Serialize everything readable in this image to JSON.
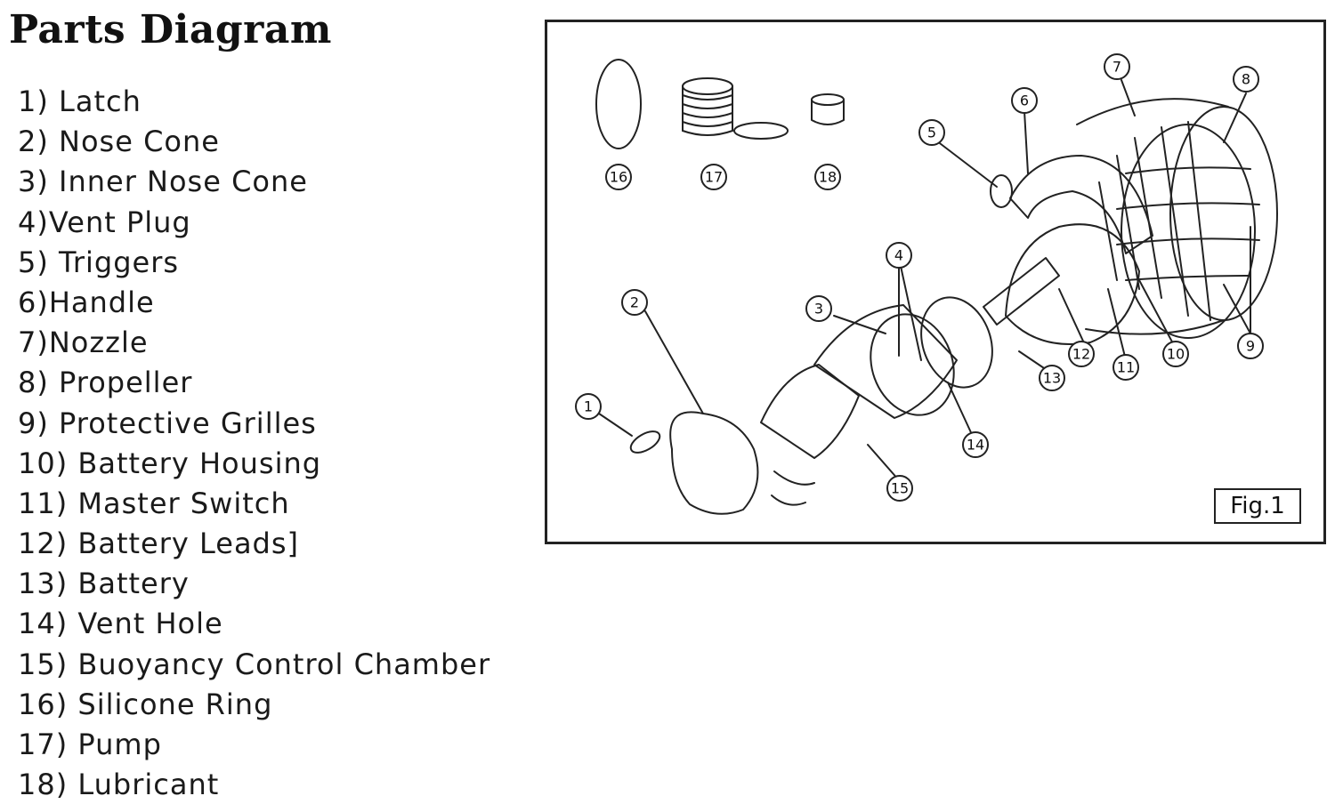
{
  "title": "Parts Diagram",
  "parts": [
    "1) Latch",
    "2) Nose Cone",
    "3) Inner Nose Cone",
    "4)Vent Plug",
    "5) Triggers",
    "6)Handle",
    "7)Nozzle",
    "8) Propeller",
    "9) Protective Grilles",
    "10) Battery Housing",
    "11) Master Switch",
    "12) Battery Leads]",
    "13) Battery",
    "14) Vent Hole",
    "15) Buoyancy Control Chamber",
    "16) Silicone Ring",
    "17) Pump",
    "18) Lubricant"
  ],
  "figure": {
    "label": "Fig.1",
    "callouts": [
      "1",
      "2",
      "3",
      "4",
      "5",
      "6",
      "7",
      "8",
      "9",
      "10",
      "11",
      "12",
      "13",
      "14",
      "15",
      "16",
      "17",
      "18"
    ]
  }
}
